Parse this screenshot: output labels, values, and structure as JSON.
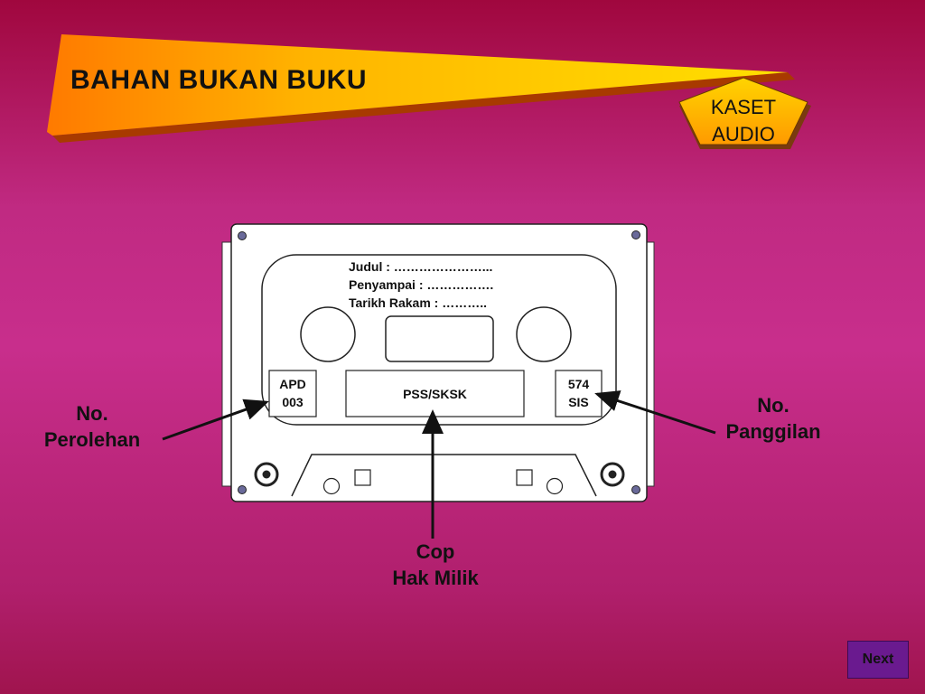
{
  "title": "BAHAN BUKAN BUKU",
  "badge": {
    "line1": "KASET",
    "line2": "AUDIO"
  },
  "cassette": {
    "judul": "Judul : …………………...",
    "penyampai": "Penyampai : …………….",
    "tarikh": "Tarikh Rakam : ………..",
    "left_box": {
      "line1": "APD",
      "line2": "003"
    },
    "center_box": "PSS/SKSK",
    "right_box": {
      "line1": "574",
      "line2": "SIS"
    }
  },
  "callouts": {
    "perolehan": {
      "line1": "No.",
      "line2": "Perolehan"
    },
    "panggilan": {
      "line1": "No.",
      "line2": "Panggilan"
    },
    "cop": {
      "line1": "Cop",
      "line2": "Hak Milik"
    }
  },
  "nav": {
    "next_label": "Next"
  },
  "colors": {
    "background": "#c02a82",
    "banner_gold": "#ffb400",
    "badge": "#ffb400",
    "next_button": "#6a1a8f"
  }
}
